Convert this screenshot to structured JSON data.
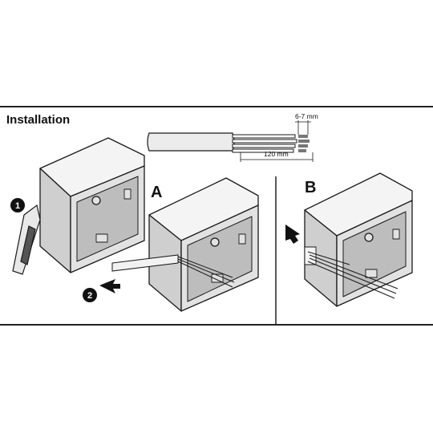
{
  "title": "Installation",
  "labels": {
    "a": "A",
    "b": "B"
  },
  "steps": [
    "1",
    "2"
  ],
  "dimensions": {
    "strip": "6-7 mm",
    "sheath": "120 mm"
  },
  "colors": {
    "line": "#1a1a1a",
    "box_face": "#e2e2e2",
    "box_top": "#f4f4f4",
    "box_side": "#cfcfcf",
    "inner": "#bdbdbd",
    "panel_border": "#222222"
  },
  "icons": [
    "utility-knife-icon",
    "push-arrow-icon",
    "cable-icon"
  ]
}
